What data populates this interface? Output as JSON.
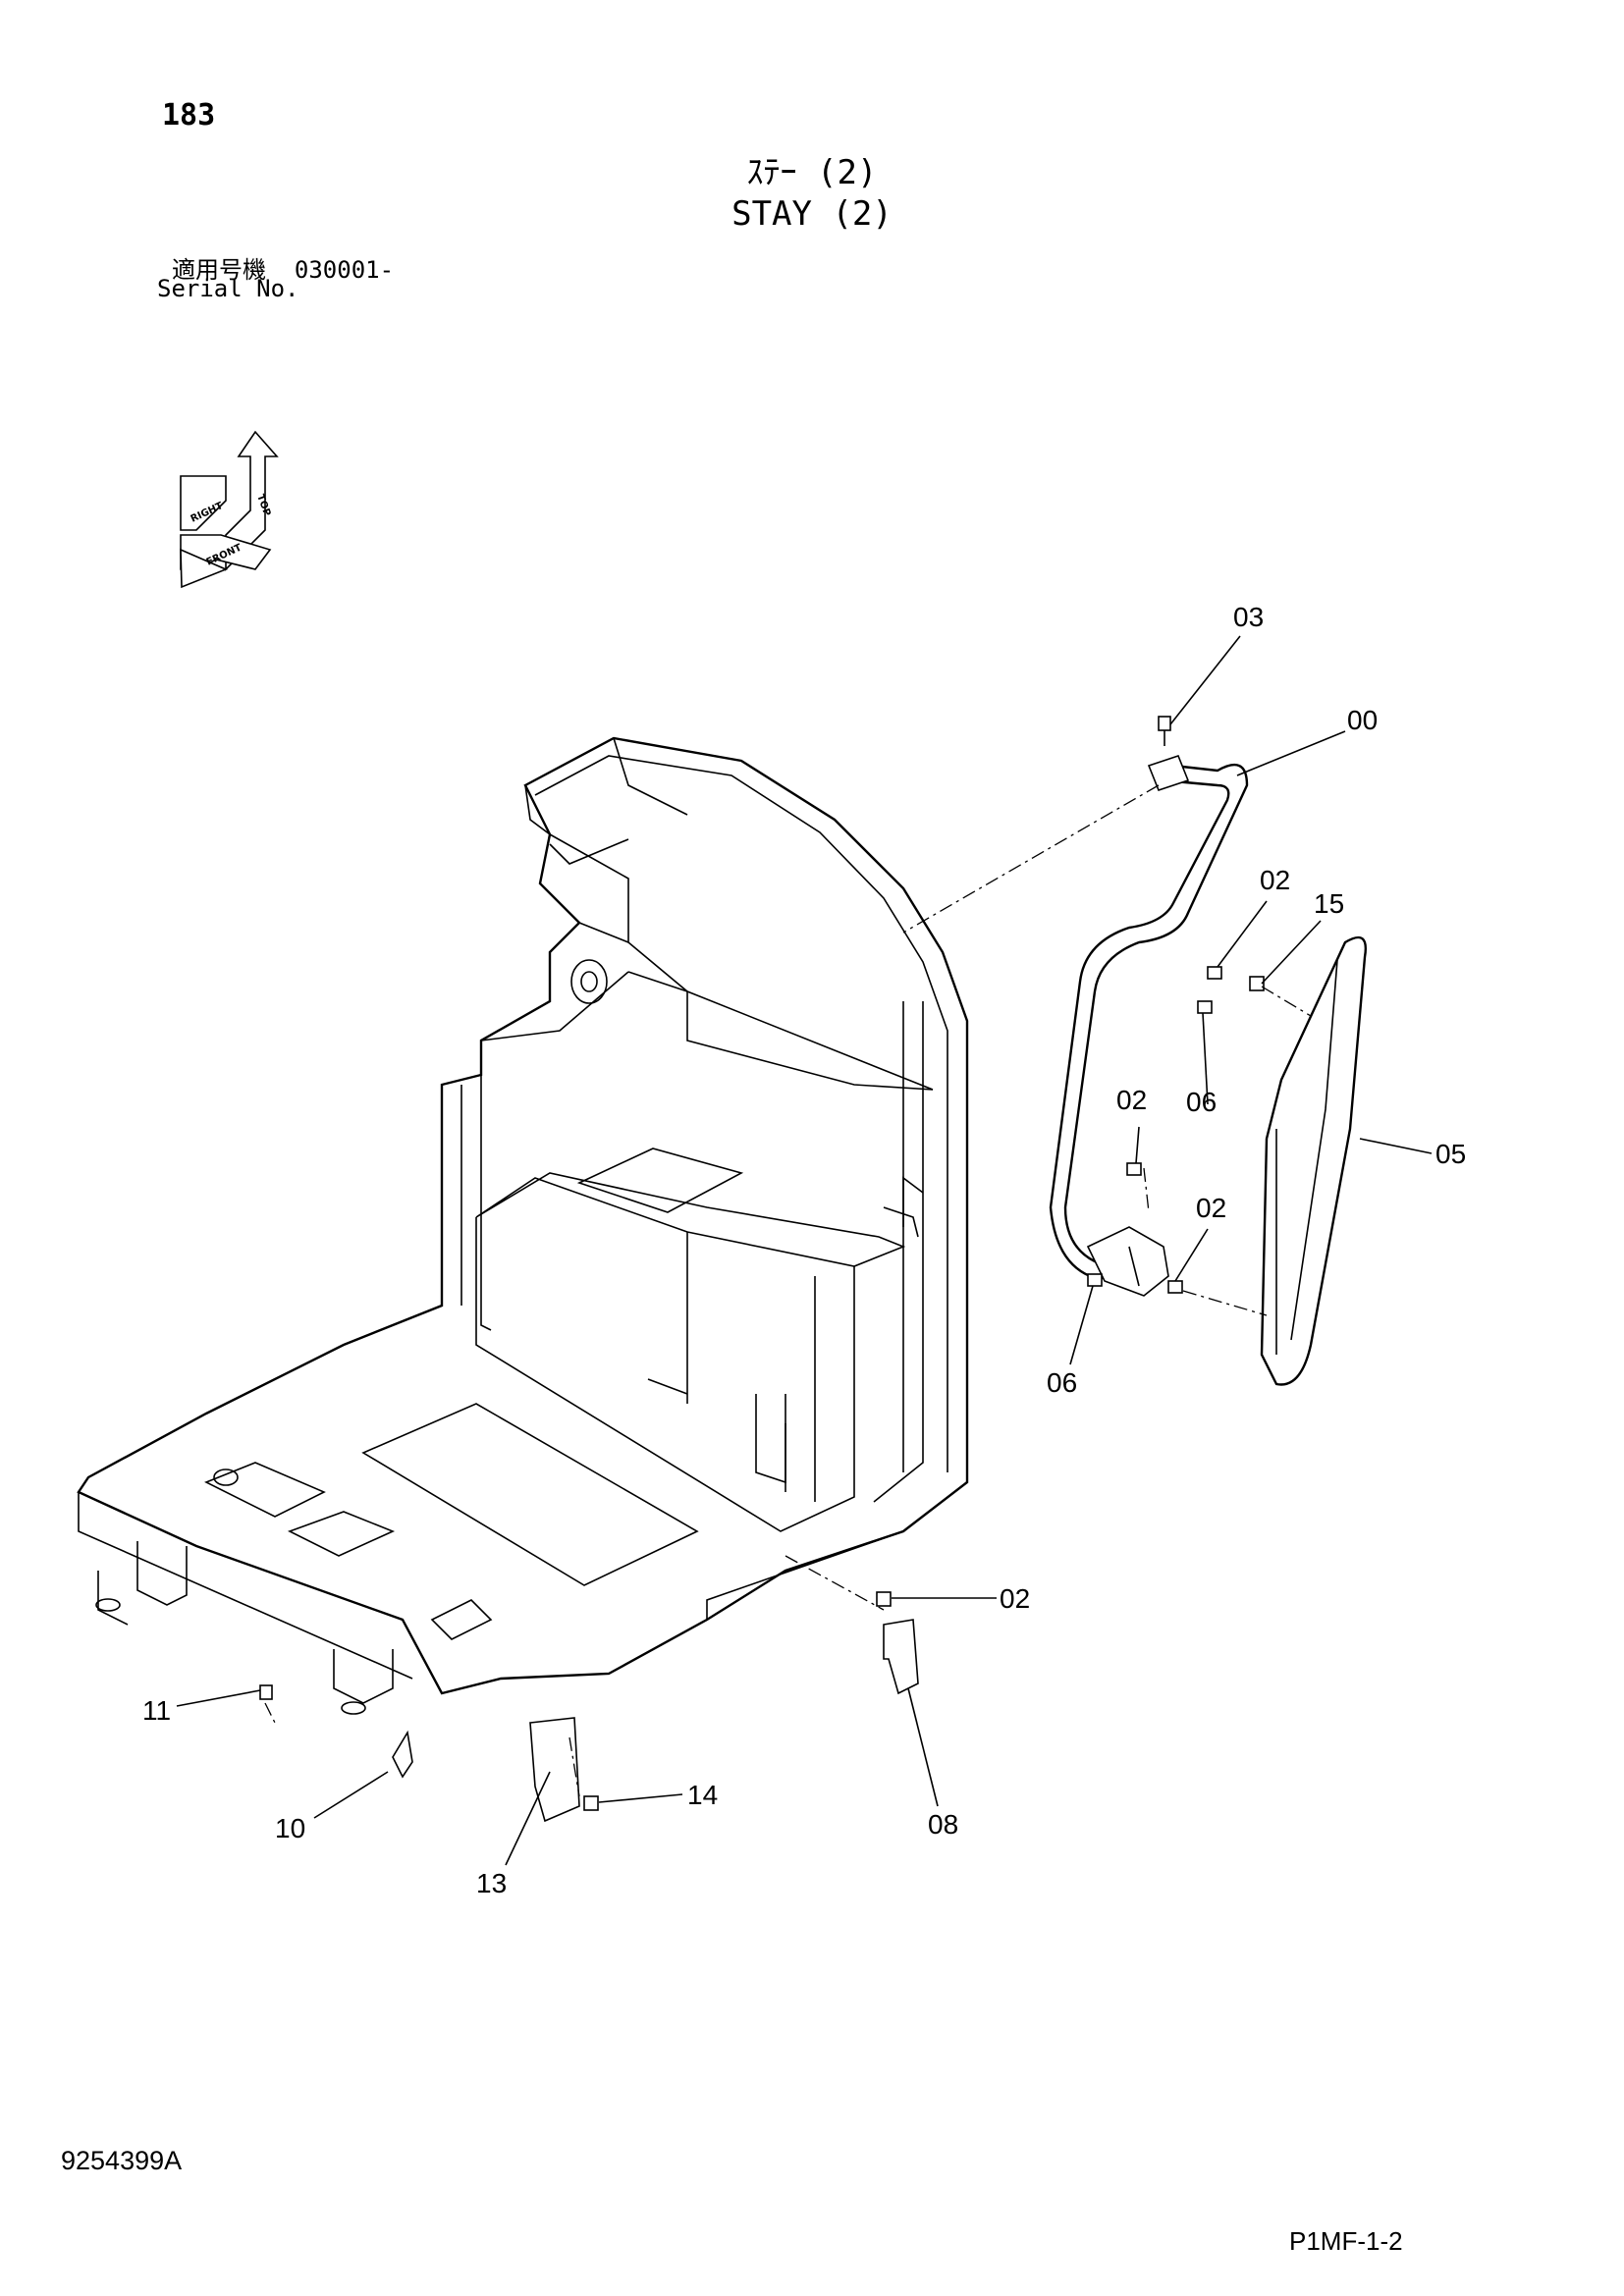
{
  "page_number": "183",
  "title_jp": "ｽﾃｰ (2)",
  "title_en": "STAY (2)",
  "serial": {
    "label_jp": "適用号機",
    "range": "030001-",
    "label_en": "Serial No."
  },
  "orientation_labels": [
    "TOP",
    "RIGHT",
    "FRONT"
  ],
  "callouts": [
    "03",
    "00",
    "02",
    "15",
    "02",
    "06",
    "05",
    "02",
    "06",
    "02",
    "11",
    "10",
    "14",
    "13",
    "08"
  ],
  "doc_code": "9254399A",
  "page_code": "P1MF-1-2"
}
